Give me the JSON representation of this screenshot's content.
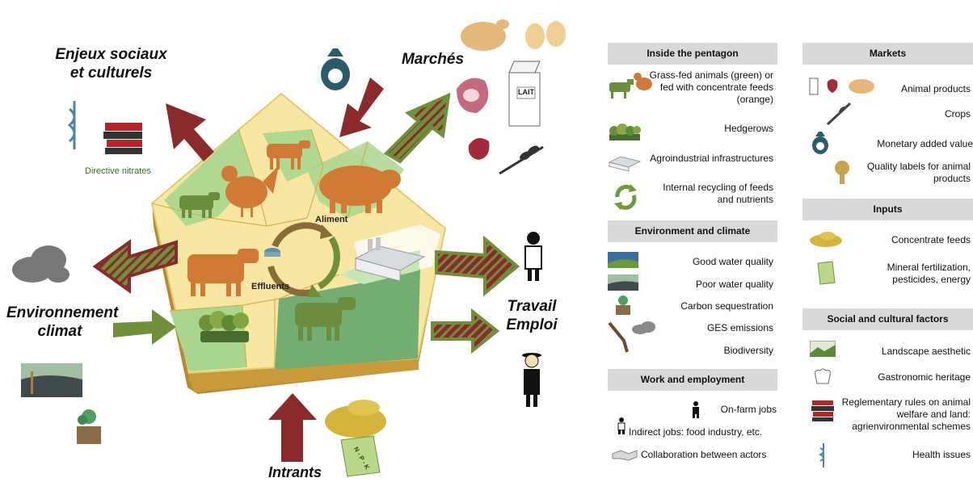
{
  "diagram": {
    "labels": {
      "social": "Enjeux sociaux et culturels",
      "markets": "Marchés",
      "environment": "Environnement climat",
      "work": "Travail Emploi",
      "inputs": "Intrants",
      "directive": "Directive nitrates",
      "aliment": "Aliment",
      "effluents": "Effluents",
      "milk_carton": "LAIT",
      "npk_bag": "N - P - K"
    },
    "colors": {
      "arrow_red": "#8b2a2a",
      "arrow_green": "#6f8f3a",
      "pentagon_fill": "#f7e7a2",
      "green_zone": "#9fd08c",
      "dark_green_zone": "#6ea86a",
      "animal_orange": "#d07a35",
      "animal_green": "#6d8d3e"
    }
  },
  "legend": {
    "inside": {
      "title": "Inside the pentagon",
      "items": [
        "Grass-fed animals (green) or fed with concentrate feeds (orange)",
        "Hedgerows",
        "Agroindustrial infrastructures",
        "Internal recycling of feeds and nutrients"
      ]
    },
    "environment": {
      "title": "Environment and climate",
      "items": [
        "Good water quality",
        "Poor water quality",
        "Carbon sequestration",
        "GES emissions",
        "Biodiversity"
      ]
    },
    "work": {
      "title": "Work and employment",
      "items": [
        "On-farm jobs",
        "Indirect jobs: food industry, etc.",
        "Collaboration between actors"
      ]
    },
    "markets": {
      "title": "Markets",
      "items": [
        "Animal products",
        "Crops",
        "Monetary added value",
        "Quality labels for animal products"
      ]
    },
    "inputs": {
      "title": "Inputs",
      "items": [
        "Concentrate feeds",
        "Mineral fertilization, pesticides, energy"
      ]
    },
    "social": {
      "title": "Social and cultural factors",
      "items": [
        "Landscape aesthetic",
        "Gastronomic heritage",
        "Reglementary rules on animal welfare and land: agrienvironmental schemes",
        "Health issues"
      ]
    }
  }
}
